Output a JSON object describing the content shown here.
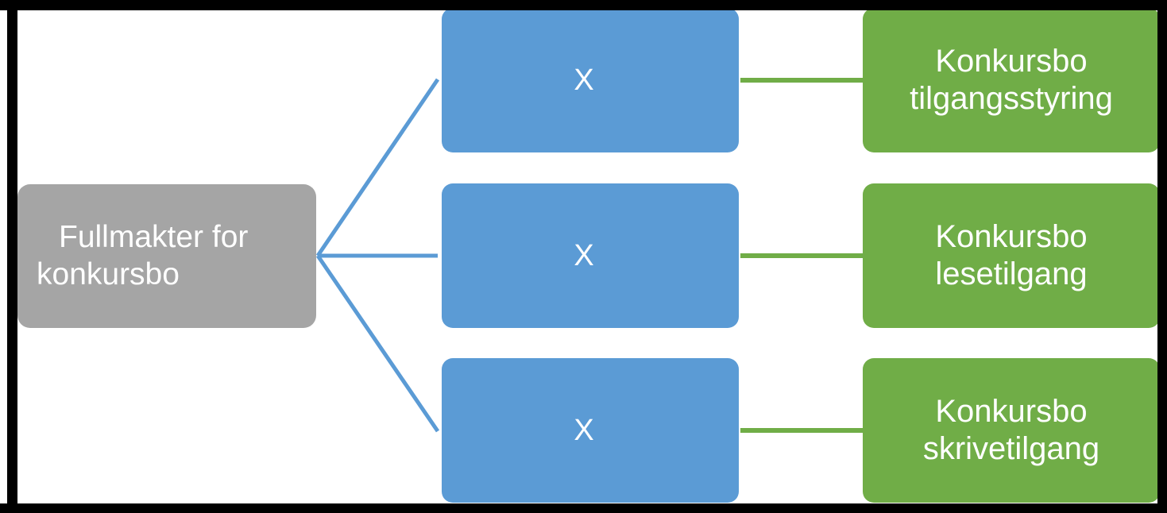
{
  "diagram": {
    "title": "Fullmakter for konkursbo",
    "type": "hierarchy-tree",
    "colors": {
      "root": "#A5A5A5",
      "middle": "#5B9BD5",
      "leaf": "#70AD47",
      "frame": "#000000",
      "background": "#FFFFFF",
      "text": "#FFFFFF"
    },
    "root": {
      "label": "Fullmakter for konkursbo"
    },
    "middle_nodes": [
      {
        "label": "X"
      },
      {
        "label": "X"
      },
      {
        "label": "X"
      }
    ],
    "leaf_nodes": [
      {
        "label": "Konkursbo tilgangsstyring",
        "line1": "Konkursbo",
        "line2": "tilgangsstyring"
      },
      {
        "label": "Konkursbo lesetilgang",
        "line1": "Konkursbo",
        "line2": "lesetilgang"
      },
      {
        "label": "Konkursbo skrivetilgang",
        "line1": "Konkursbo",
        "line2": "skrivetilgang"
      }
    ]
  }
}
